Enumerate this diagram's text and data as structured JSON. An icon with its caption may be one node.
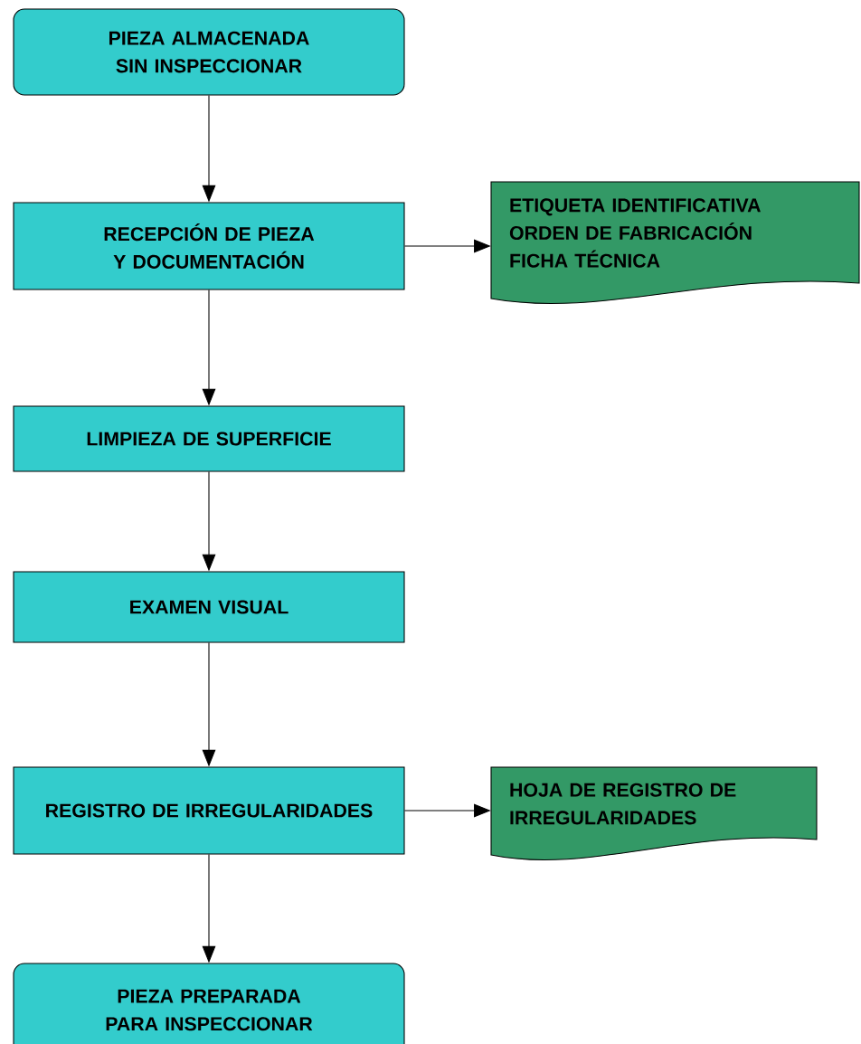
{
  "diagram": {
    "nodes": [
      {
        "text": [
          "PIEZA ALMACENADA SIN INSPECCIONAR"
        ]
      },
      {
        "text": [
          "RECEPCIÓN DE PIEZA Y DOCUMENTACIÓN"
        ]
      },
      {
        "text": [
          "ETIQUETA  IDENTIFICATIVA",
          "ORDEN DE FABRICACIÓN",
          "FICHA TÉCNICA"
        ]
      },
      {
        "text": [
          "LIMPIEZA DE SUPERFICIE"
        ]
      },
      {
        "text": [
          "EXAMEN VISUAL"
        ]
      },
      {
        "text": [
          "REGISTRO DE IRREGULARIDADES"
        ]
      },
      {
        "text": [
          "HOJA DE REGISTRO DE IRREGULARIDADES"
        ]
      },
      {
        "text": [
          "PIEZA PREPARADA PARA INSPECCIONAR"
        ]
      }
    ],
    "edges": [
      {
        "from": 0,
        "to": 1,
        "arrow": "to"
      },
      {
        "from": 1,
        "to": 2,
        "arrow": "to"
      },
      {
        "from": 1,
        "to": 3,
        "arrow": "to"
      },
      {
        "from": 3,
        "to": 4,
        "arrow": "to"
      },
      {
        "from": 4,
        "to": 5,
        "arrow": "to"
      },
      {
        "from": 5,
        "to": 6,
        "arrow": "to"
      },
      {
        "from": 5,
        "to": 7,
        "arrow": "to"
      }
    ]
  }
}
